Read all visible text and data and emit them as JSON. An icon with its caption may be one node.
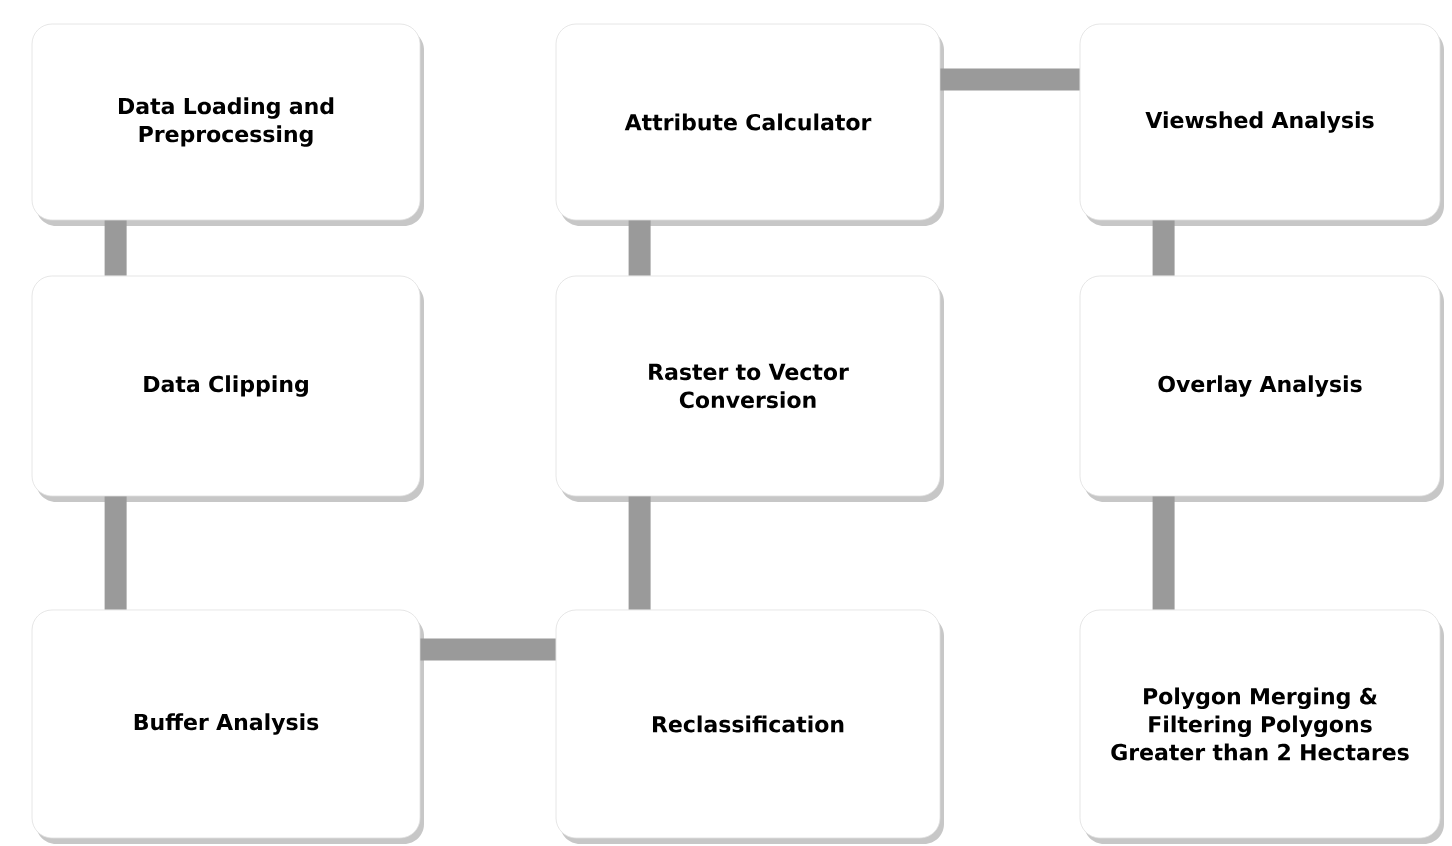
{
  "diagram": {
    "nodes": [
      {
        "text": [
          "Data Loading and Preprocessing"
        ]
      },
      {
        "text": [
          "Attribute Calculator"
        ]
      },
      {
        "text": [
          "Viewshed Analysis"
        ]
      },
      {
        "text": [
          "Data Clipping"
        ]
      },
      {
        "text": [
          "Raster to Vector Conversion"
        ]
      },
      {
        "text": [
          "Overlay Analysis"
        ]
      },
      {
        "text": [
          "Buffer Analysis"
        ]
      },
      {
        "text": [
          "Reclassification"
        ]
      },
      {
        "text": [
          "Polygon Merging & Filtering Polygons Greater than 2 Hectares"
        ]
      }
    ],
    "edges": [
      {
        "from": 0,
        "to": 3,
        "arrow": "none"
      },
      {
        "from": 3,
        "to": 6,
        "arrow": "none"
      },
      {
        "from": 6,
        "to": 7,
        "arrow": "none"
      },
      {
        "from": 7,
        "to": 4,
        "arrow": "none"
      },
      {
        "from": 4,
        "to": 1,
        "arrow": "none"
      },
      {
        "from": 1,
        "to": 2,
        "arrow": "none"
      },
      {
        "from": 2,
        "to": 5,
        "arrow": "none"
      },
      {
        "from": 5,
        "to": 8,
        "arrow": "none"
      }
    ]
  }
}
